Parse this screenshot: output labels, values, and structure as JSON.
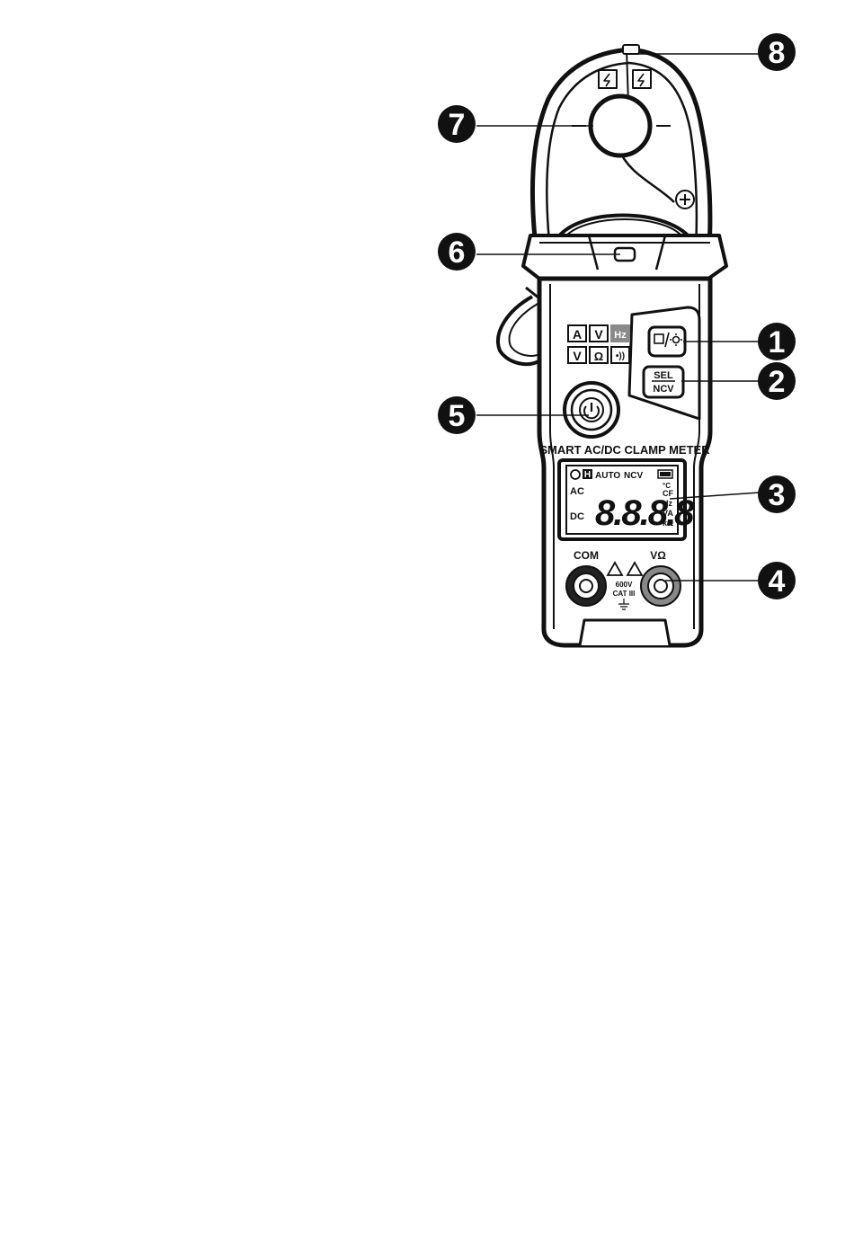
{
  "device": {
    "brand_line": "SMART AC/DC CLAMP METER",
    "lcd": {
      "digits": "8.8.8.8",
      "indicators_top": {
        "hold": "H",
        "auto": "AUTO",
        "ncv": "NCV"
      },
      "left_marks": {
        "ac": "AC",
        "dc": "DC"
      },
      "right_units": [
        "°C",
        "CF",
        "Hz",
        "VA",
        "kΩ"
      ]
    },
    "mode_icons": {
      "row1": [
        "A",
        "V",
        "Hz"
      ],
      "row2": [
        "V",
        "Ω",
        "•))"
      ]
    },
    "buttons": {
      "sel_top": "SEL",
      "sel_bottom": "NCV"
    },
    "jacks": {
      "com_label": "COM",
      "vohm_label": "VΩ",
      "rating_voltage": "600V",
      "rating_cat": "CAT III"
    }
  },
  "callouts": [
    {
      "number": "1",
      "target": "hold-backlight-button"
    },
    {
      "number": "2",
      "target": "sel-ncv-button"
    },
    {
      "number": "3",
      "target": "lcd-display"
    },
    {
      "number": "4",
      "target": "vohm-input-jack"
    },
    {
      "number": "5",
      "target": "power-rotary-button"
    },
    {
      "number": "6",
      "target": "ncv-indicator-light"
    },
    {
      "number": "7",
      "target": "clamp-jaw-opening"
    },
    {
      "number": "8",
      "target": "ncv-sensor-tip"
    }
  ],
  "colors": {
    "outline": "#111111",
    "callout_fill": "#111111",
    "hz_badge": "#8a8a8a"
  }
}
